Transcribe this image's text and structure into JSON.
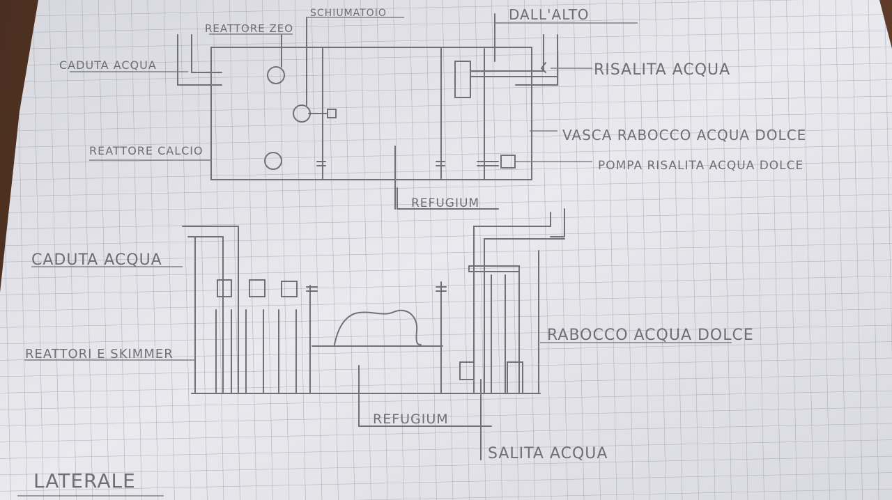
{
  "top_view": {
    "labels": {
      "reattore_zeo": "REATTORE ZEO",
      "schiumatoio": "SCHIUMATOIO",
      "dall_alto": "DALL'ALTO",
      "caduta_acqua": "CADUTA ACQUA",
      "risalita_acqua": "RISALITA ACQUA",
      "vasca_rabocco": "VASCA RABOCCO ACQUA DOLCE",
      "reattore_calcio": "REATTORE CALCIO",
      "pompa_risalita": "POMPA RISALITA ACQUA DOLCE",
      "refugium": "REFUGIUM"
    }
  },
  "side_view": {
    "labels": {
      "caduta_acqua": "CADUTA ACQUA",
      "reattori_skimmer": "REATTORI E SKIMMER",
      "rabocco": "RABOCCO ACQUA DOLCE",
      "refugium": "REFUGIUM",
      "salita_acqua": "SALITA ACQUA",
      "laterale": "LATERALE"
    }
  },
  "colors": {
    "paper": "#e6e6ec",
    "grid": "#a9abb8",
    "pencil": "#707078"
  }
}
